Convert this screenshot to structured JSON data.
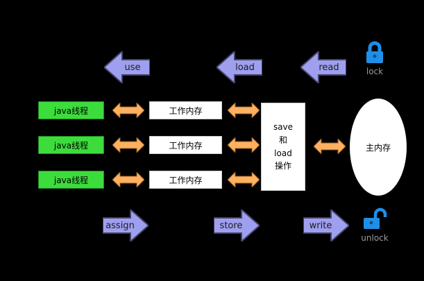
{
  "diagram": {
    "top_arrows": [
      {
        "label": "use"
      },
      {
        "label": "load"
      },
      {
        "label": "read"
      }
    ],
    "bottom_arrows": [
      {
        "label": "assign"
      },
      {
        "label": "store"
      },
      {
        "label": "write"
      }
    ],
    "threads": [
      {
        "thread_label": "java线程",
        "memory_label": "工作内存"
      },
      {
        "thread_label": "java线程",
        "memory_label": "工作内存"
      },
      {
        "thread_label": "java线程",
        "memory_label": "工作内存"
      }
    ],
    "save_load_box": {
      "line1": "save",
      "line2": "和",
      "line3": "load",
      "line4": "操作"
    },
    "main_memory_label": "主内存",
    "lock_caption": "lock",
    "unlock_caption": "unlock",
    "colors": {
      "background": "#000000",
      "thread_box": "#3ddc3d",
      "memory_box": "#ffffff",
      "big_arrow": "#9f9ff0",
      "double_arrow": "#ffb060",
      "lock": "#1f8fe8",
      "caption_gray": "#9a9a9a"
    }
  }
}
